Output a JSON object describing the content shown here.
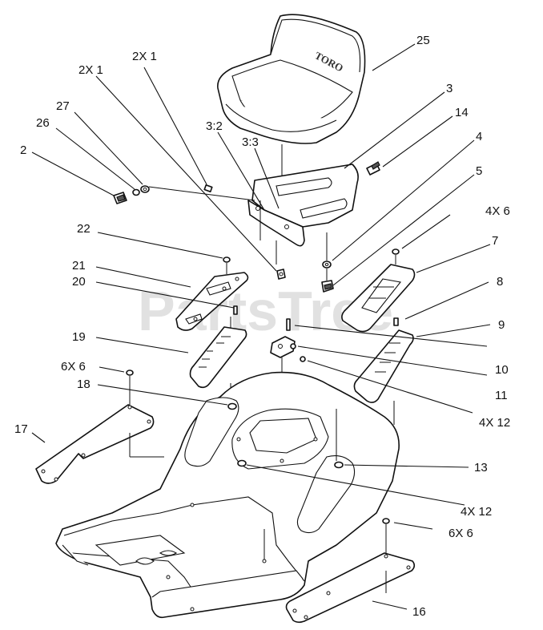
{
  "watermark": "PartsTree",
  "seat_brand": "TORO",
  "callouts": {
    "c25": "25",
    "c3": "3",
    "c14": "14",
    "c4": "4",
    "c5": "5",
    "c4x6": "4X 6",
    "c7": "7",
    "c8": "8",
    "c9": "9",
    "c10": "10",
    "c11": "11",
    "c4x12a": "4X 12",
    "c13": "13",
    "c4x12b": "4X 12",
    "c6x6b": "6X 6",
    "c16": "16",
    "c2x1a": "2X 1",
    "c2x1b": "2X 1",
    "c27": "27",
    "c26": "26",
    "c2": "2",
    "c32": "3:2",
    "c33": "3:3",
    "c22": "22",
    "c21": "21",
    "c20": "20",
    "c19": "19",
    "c6x6a": "6X 6",
    "c18": "18",
    "c17": "17"
  }
}
